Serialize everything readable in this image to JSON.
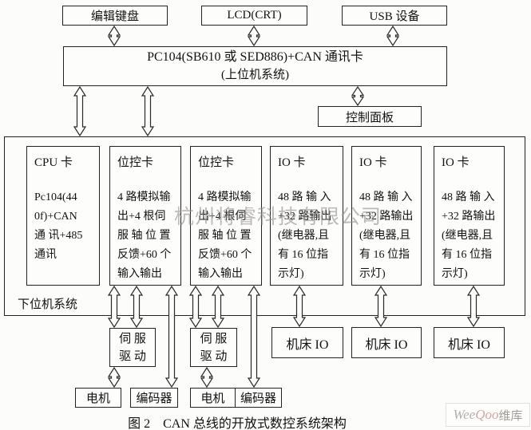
{
  "top_boxes": {
    "keyboard": "编辑键盘",
    "lcd": "LCD(CRT)",
    "usb": "USB 设备"
  },
  "host": {
    "line1": "PC104(SB610 或 SED886)+CAN 通讯卡",
    "line2": "(上位机系统)"
  },
  "control_panel": "控制面板",
  "lower_system_label": "下位机系统",
  "cards": [
    {
      "title": "CPU 卡",
      "body": "Pc104(44\n0f)+CAN\n通 讯+485\n通讯"
    },
    {
      "title": "位控卡",
      "body": "4 路模拟输\n出+4 根伺\n服 轴 位 置\n反馈+60 个\n输入输出"
    },
    {
      "title": "位控卡",
      "body": "4 路模拟输\n出+4 根伺\n服 轴 位 置\n反馈+60 个\n输入输出"
    },
    {
      "title": "IO 卡",
      "body": "48 路 输 入\n+32 路输出\n(继电器,且\n有 16 位指\n示灯)"
    },
    {
      "title": "IO 卡",
      "body": "48 路 输 入\n+32 路输出\n(继电器,且\n有 16 位指\n示灯)"
    },
    {
      "title": "IO 卡",
      "body": "48 路 输 入\n+32 路输出\n(继电器,且\n有 16 位指\n示灯)"
    }
  ],
  "servo_drives": [
    "伺 服\n驱 动",
    "伺 服\n驱 动"
  ],
  "machine_io": [
    "机床 IO",
    "机床 IO",
    "机床 IO"
  ],
  "motors": [
    "电机",
    "电机"
  ],
  "encoders": [
    "编码器",
    "编码器"
  ],
  "caption": "图 2　CAN 总线的开放式数控系统架构",
  "watermark_center": "杭州将睿科技有限公司",
  "watermark_logo": {
    "part1": "Wee",
    "part2": "Qoo",
    "part3": "维库"
  },
  "colors": {
    "line": "#222222",
    "watermark_gray": "#96918f",
    "logo_pink": "#d4a49e"
  }
}
